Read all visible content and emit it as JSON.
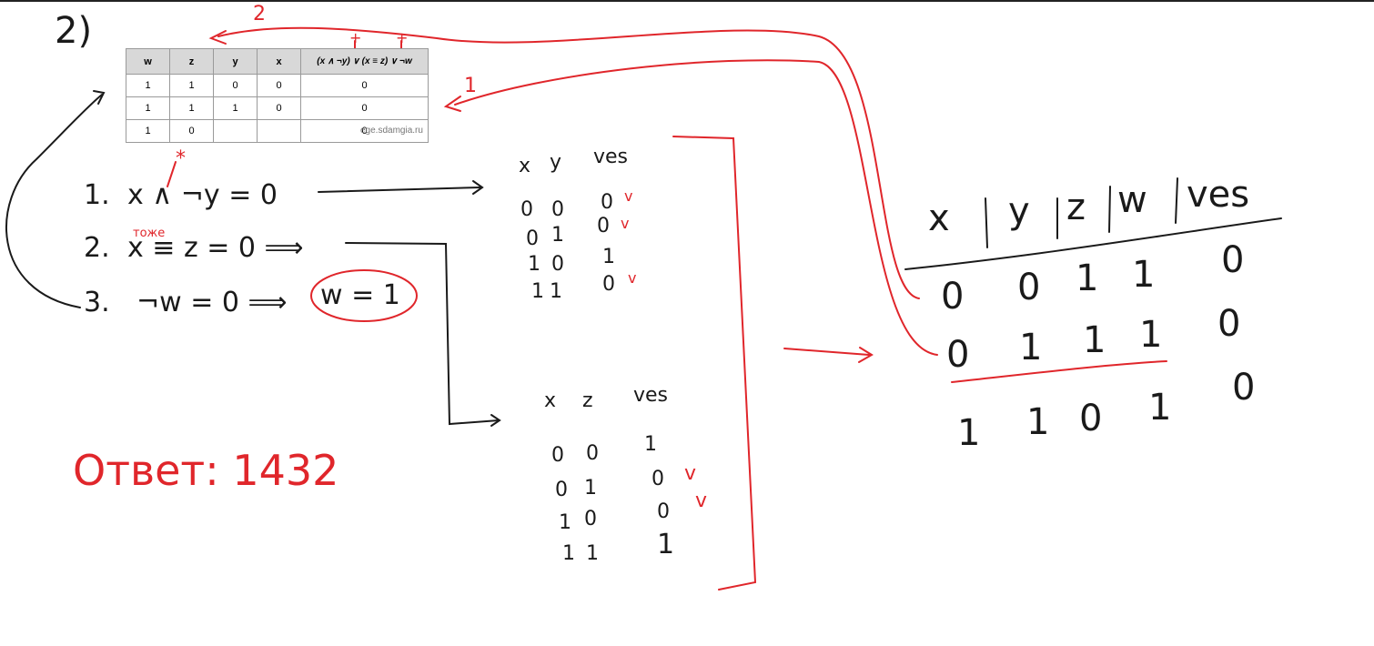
{
  "problem_number": "2)",
  "printed_table": {
    "headers": [
      "w",
      "z",
      "y",
      "x",
      "(x ∧ ¬y) ∨ (x ≡ z) ∨ ¬w"
    ],
    "rows": [
      [
        "1",
        "1",
        "0",
        "0",
        "0"
      ],
      [
        "1",
        "1",
        "1",
        "0",
        "0"
      ],
      [
        "1",
        "0",
        "",
        "",
        "0"
      ]
    ],
    "watermark": "ege.sdamgia.ru"
  },
  "annotations": {
    "arrow_label_2": "2",
    "arrow_label_1": "1",
    "plus_1": "+",
    "plus_2": "+",
    "star": "*",
    "toje": "тоже"
  },
  "conditions": [
    {
      "num": "1.",
      "expr": "x ∧ ¬y = 0"
    },
    {
      "num": "2.",
      "expr": "x ≡ z = 0 ⟹"
    },
    {
      "num": "3.",
      "expr": "¬w = 0 ⟹"
    }
  ],
  "w_result": "w = 1",
  "answer": "Ответ: 1432",
  "xy_table": {
    "headers": [
      "x",
      "y",
      "ves"
    ],
    "rows": [
      [
        "0",
        "0",
        "0"
      ],
      [
        "0",
        "1",
        "0"
      ],
      [
        "1",
        "0",
        "1"
      ],
      [
        "1",
        "1",
        "0"
      ]
    ],
    "checks": [
      "v",
      "v",
      "",
      "v"
    ]
  },
  "xz_table": {
    "headers": [
      "x",
      "z",
      "ves"
    ],
    "rows": [
      [
        "0",
        "0",
        "1"
      ],
      [
        "0",
        "1",
        "0"
      ],
      [
        "1",
        "0",
        "0"
      ],
      [
        "1",
        "1",
        "1"
      ]
    ],
    "checks": [
      "",
      "v",
      "v",
      ""
    ]
  },
  "final_table": {
    "headers": [
      "x",
      "y",
      "z",
      "w",
      "ves"
    ],
    "rows": [
      [
        "0",
        "0",
        "1",
        "1",
        "0"
      ],
      [
        "0",
        "1",
        "1",
        "1",
        "0"
      ],
      [
        "1",
        "1",
        "0",
        "1",
        "0"
      ]
    ]
  },
  "colors": {
    "ink_black": "#1a1a1a",
    "ink_red": "#e0262b",
    "table_header": "#d8d8d8"
  }
}
